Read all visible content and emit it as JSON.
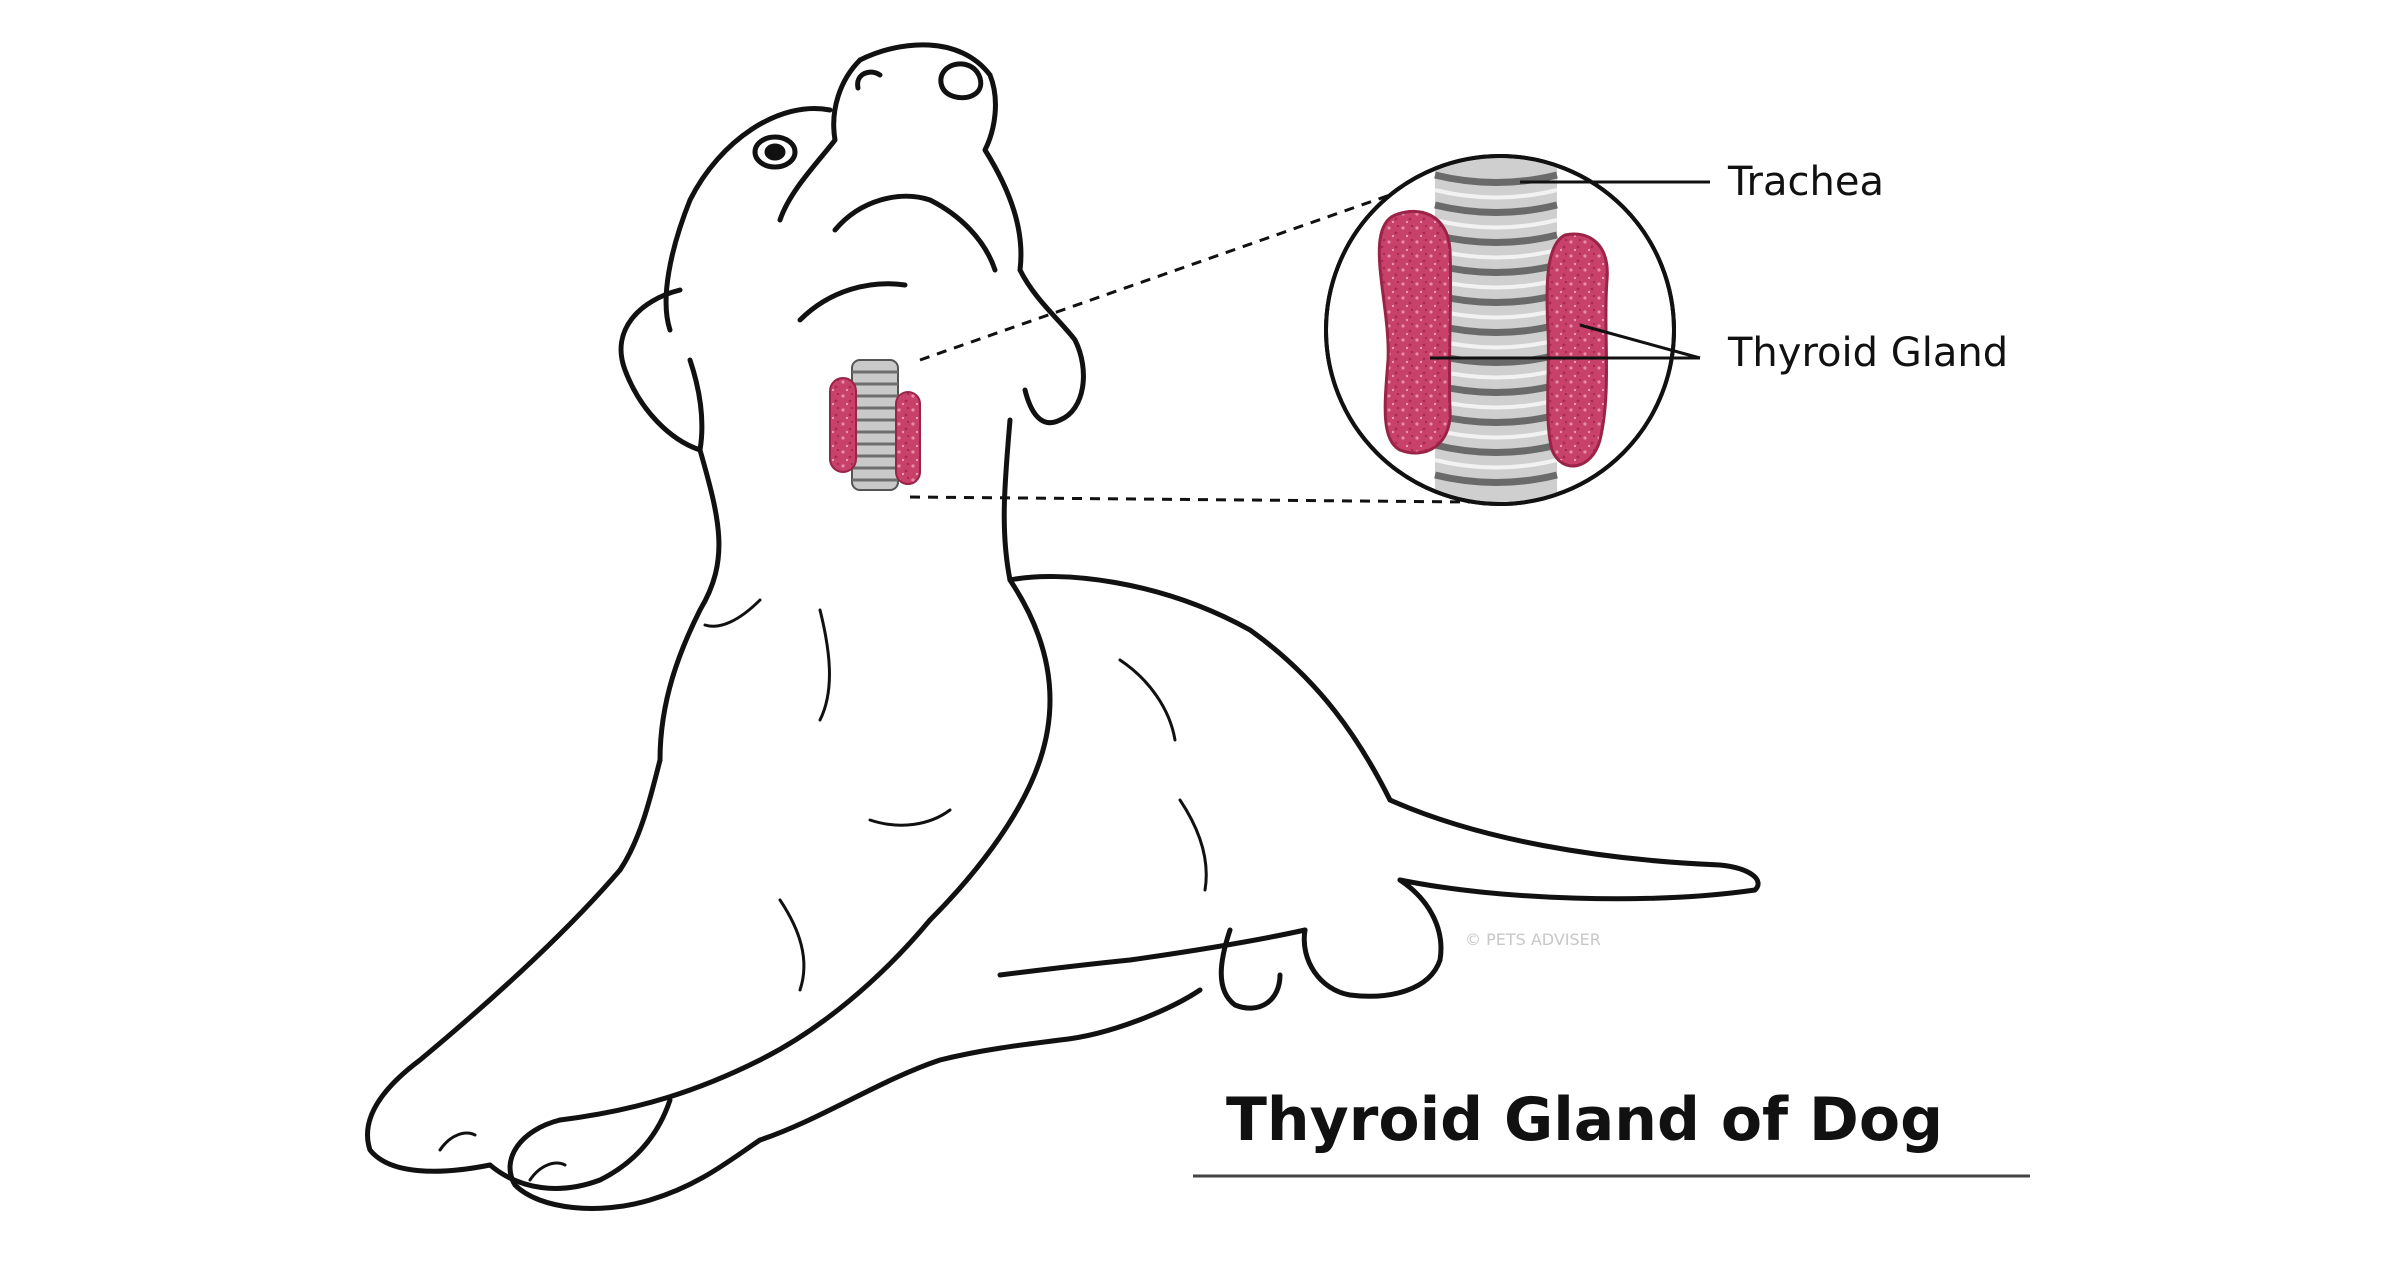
{
  "diagram": {
    "title": "Thyroid Gland of Dog",
    "labels": {
      "trachea": "Trachea",
      "thyroid": "Thyroid Gland"
    },
    "watermark": "© PETS ADVISER",
    "colors": {
      "line": "#111111",
      "thyroid": "#c8416a",
      "thyroid_dark": "#9a2447",
      "trachea": "#bdbdbd",
      "trachea_dark": "#6e6e6e"
    }
  }
}
